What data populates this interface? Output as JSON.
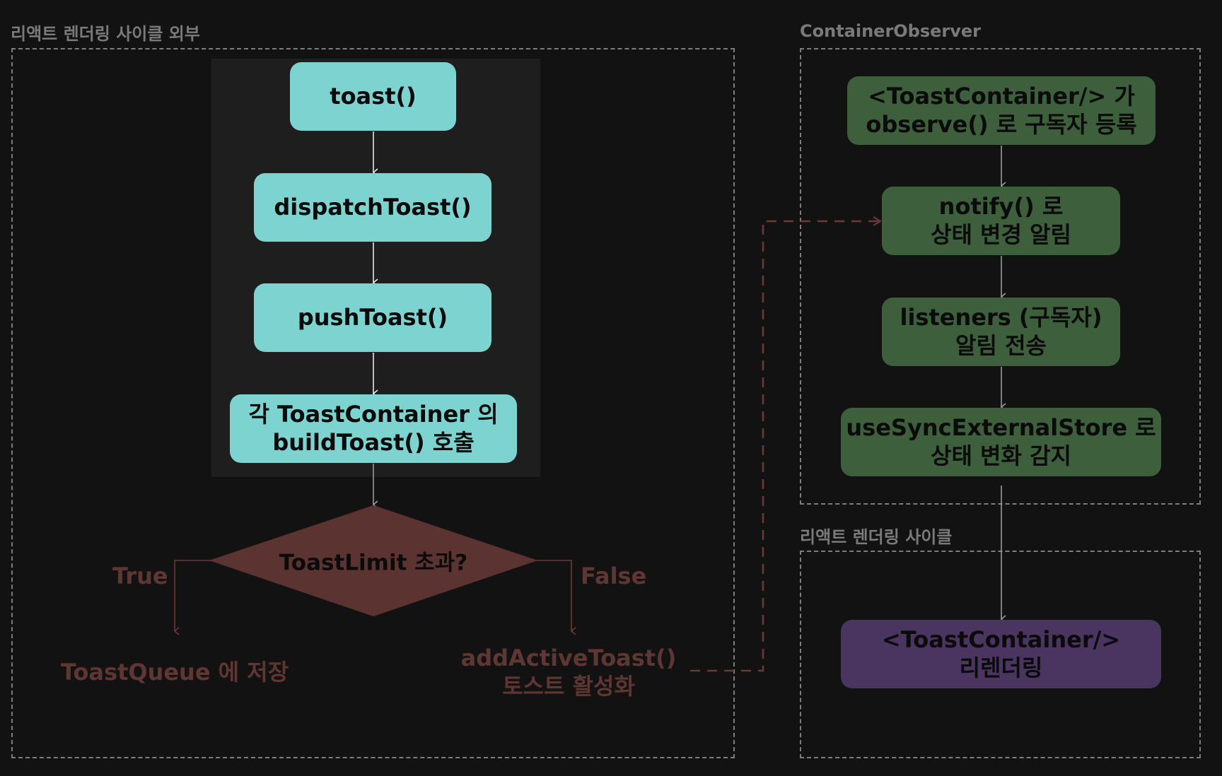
{
  "groups": {
    "outside_render": {
      "label": "리액트 렌더링 사이클 외부"
    },
    "observer": {
      "label": "ContainerObserver"
    },
    "render_cycle": {
      "label": "리액트 렌더링 사이클"
    }
  },
  "flow": {
    "toast": {
      "lines": [
        "toast()"
      ]
    },
    "dispatch": {
      "lines": [
        "dispatchToast()"
      ]
    },
    "push": {
      "lines": [
        "pushToast()"
      ]
    },
    "build": {
      "lines": [
        "각 ToastContainer 의",
        "buildToast() 호출"
      ]
    },
    "decision": {
      "label": "ToastLimit 초과?"
    },
    "true_branch": {
      "label": "True",
      "outcome": "ToastQueue 에 저장"
    },
    "false_branch": {
      "label": "False",
      "outcome_lines": [
        "addActiveToast()",
        "토스트 활성화"
      ]
    }
  },
  "observer_flow": {
    "subscribe": {
      "lines": [
        "<ToastContainer/> 가",
        "observe() 로 구독자 등록"
      ]
    },
    "notify": {
      "lines": [
        "notify() 로",
        "상태 변경 알림"
      ]
    },
    "listeners": {
      "lines": [
        "listeners (구독자)",
        "알림 전송"
      ]
    },
    "sync": {
      "lines": [
        "useSyncExternalStore 로",
        "상태 변화 감지"
      ]
    }
  },
  "render_flow": {
    "rerender": {
      "lines": [
        "<ToastContainer/>",
        "리렌더링"
      ]
    }
  },
  "colors": {
    "background": "#121212",
    "panel": "#1e1e1e",
    "cyan_node": "#7dd3d0",
    "green_node": "#3e5f3c",
    "purple_node": "#4a3460",
    "decision": "#5b3330",
    "branch_text": "#5e3632",
    "dashed_border": "#7d7d7d"
  }
}
